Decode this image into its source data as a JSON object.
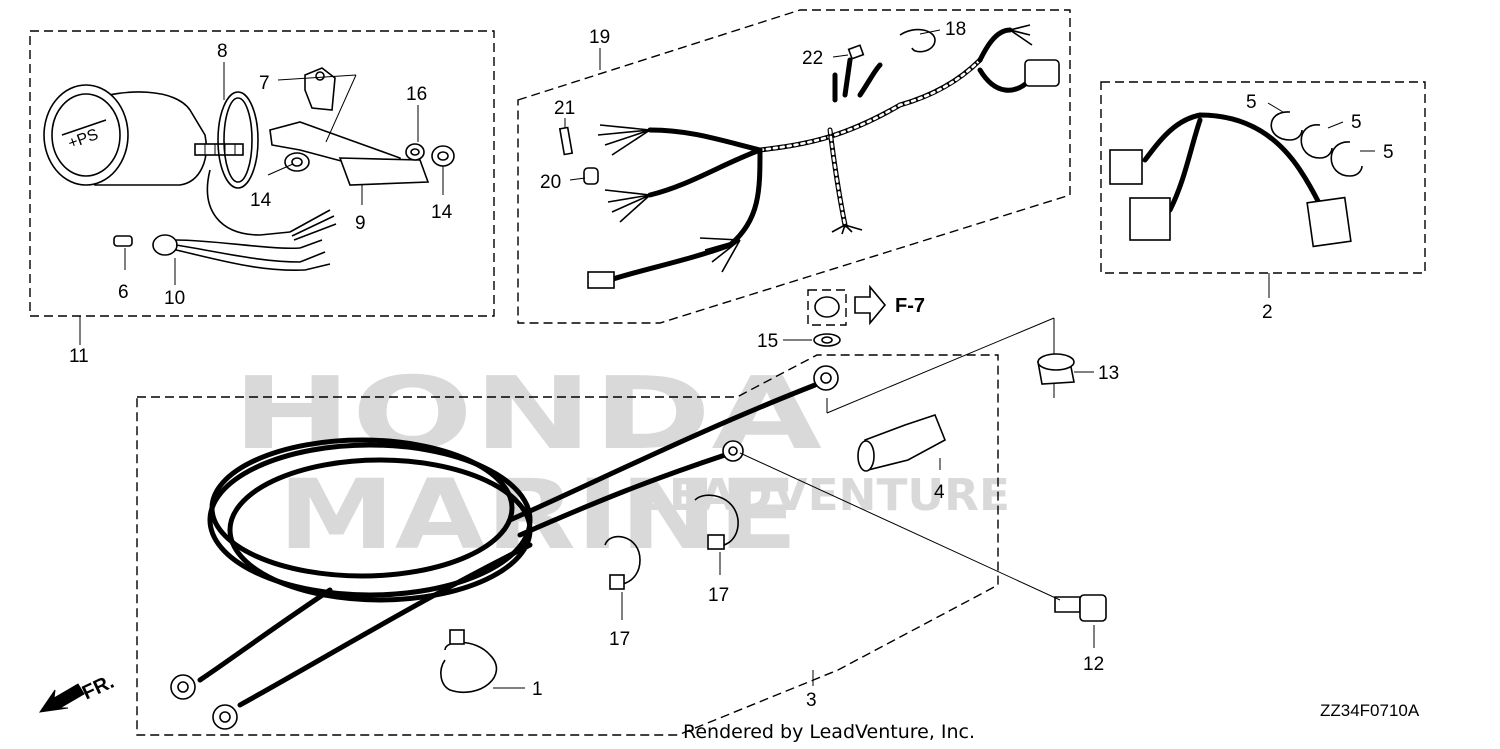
{
  "diagram": {
    "watermark": {
      "top": "HONDA",
      "middle": "MARINE",
      "bottom": "LEADVENTURE"
    },
    "callouts": [
      {
        "id": "c1",
        "text": "1"
      },
      {
        "id": "c2",
        "text": "2"
      },
      {
        "id": "c3",
        "text": "3"
      },
      {
        "id": "c4",
        "text": "4"
      },
      {
        "id": "c5a",
        "text": "5"
      },
      {
        "id": "c5b",
        "text": "5"
      },
      {
        "id": "c5c",
        "text": "5"
      },
      {
        "id": "c6",
        "text": "6"
      },
      {
        "id": "c7",
        "text": "7"
      },
      {
        "id": "c8",
        "text": "8"
      },
      {
        "id": "c9",
        "text": "9"
      },
      {
        "id": "c10",
        "text": "10"
      },
      {
        "id": "c11",
        "text": "11"
      },
      {
        "id": "c12",
        "text": "12"
      },
      {
        "id": "c13",
        "text": "13"
      },
      {
        "id": "c14a",
        "text": "14"
      },
      {
        "id": "c14b",
        "text": "14"
      },
      {
        "id": "c15",
        "text": "15"
      },
      {
        "id": "c16",
        "text": "16"
      },
      {
        "id": "c17a",
        "text": "17"
      },
      {
        "id": "c17b",
        "text": "17"
      },
      {
        "id": "c18",
        "text": "18"
      },
      {
        "id": "c19",
        "text": "19"
      },
      {
        "id": "c20",
        "text": "20"
      },
      {
        "id": "c21",
        "text": "21"
      },
      {
        "id": "c22",
        "text": "22"
      }
    ],
    "reference": "F-7",
    "front_label": "FR.",
    "footer": "Rendered by LeadVenture, Inc.",
    "code": "ZZ34F0710A"
  }
}
